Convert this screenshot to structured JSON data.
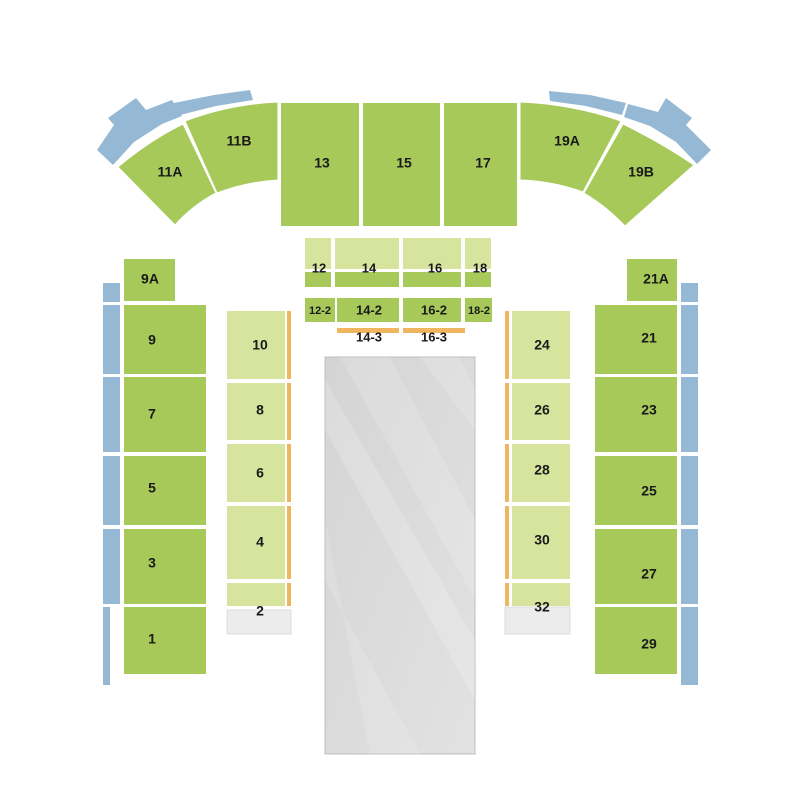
{
  "colors": {
    "main_green": "#a7c95a",
    "light_green": "#d6e49e",
    "blue_stripe": "#95b9d4",
    "orange_rail": "#f0b560",
    "stage_gray": "#dddddd",
    "pale_gray": "#ececec",
    "border": "#ffffff"
  },
  "sections": [
    {
      "id": "11A",
      "label": "11A"
    },
    {
      "id": "11B",
      "label": "11B"
    },
    {
      "id": "13",
      "label": "13"
    },
    {
      "id": "15",
      "label": "15"
    },
    {
      "id": "17",
      "label": "17"
    },
    {
      "id": "19A",
      "label": "19A"
    },
    {
      "id": "19B",
      "label": "19B"
    },
    {
      "id": "12",
      "label": "12"
    },
    {
      "id": "14",
      "label": "14"
    },
    {
      "id": "16",
      "label": "16"
    },
    {
      "id": "18",
      "label": "18"
    },
    {
      "id": "12-2",
      "label": "12-2"
    },
    {
      "id": "14-2",
      "label": "14-2"
    },
    {
      "id": "16-2",
      "label": "16-2"
    },
    {
      "id": "18-2",
      "label": "18-2"
    },
    {
      "id": "14-3",
      "label": "14-3"
    },
    {
      "id": "16-3",
      "label": "16-3"
    },
    {
      "id": "9A",
      "label": "9A"
    },
    {
      "id": "9",
      "label": "9"
    },
    {
      "id": "7",
      "label": "7"
    },
    {
      "id": "5",
      "label": "5"
    },
    {
      "id": "3",
      "label": "3"
    },
    {
      "id": "1",
      "label": "1"
    },
    {
      "id": "10",
      "label": "10"
    },
    {
      "id": "8",
      "label": "8"
    },
    {
      "id": "6",
      "label": "6"
    },
    {
      "id": "4",
      "label": "4"
    },
    {
      "id": "2",
      "label": "2"
    },
    {
      "id": "21A",
      "label": "21A"
    },
    {
      "id": "21",
      "label": "21"
    },
    {
      "id": "23",
      "label": "23"
    },
    {
      "id": "25",
      "label": "25"
    },
    {
      "id": "27",
      "label": "27"
    },
    {
      "id": "29",
      "label": "29"
    },
    {
      "id": "24",
      "label": "24"
    },
    {
      "id": "26",
      "label": "26"
    },
    {
      "id": "28",
      "label": "28"
    },
    {
      "id": "30",
      "label": "30"
    },
    {
      "id": "32",
      "label": "32"
    }
  ]
}
